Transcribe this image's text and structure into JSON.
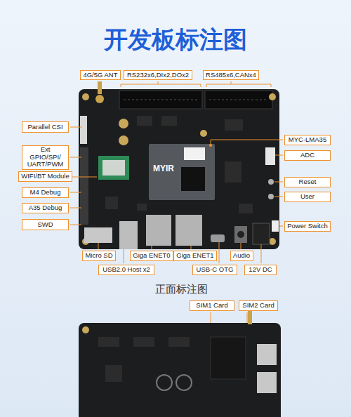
{
  "diagram": {
    "title": "开发板标注图",
    "nodes": [
      {
        "text": [
          "4G/5G ANT"
        ]
      },
      {
        "text": [
          "RS232x6,DIx2,DOx2"
        ]
      },
      {
        "text": [
          "RS485x6,CANx4"
        ]
      },
      {
        "text": [
          "Parallel CSI"
        ]
      },
      {
        "text": [
          "Ext GPIO/SPI/ UART/PWM"
        ]
      },
      {
        "text": [
          "WIFI/BT Module"
        ]
      },
      {
        "text": [
          "M4 Debug"
        ]
      },
      {
        "text": [
          "A35 Debug"
        ]
      },
      {
        "text": [
          "SWD"
        ]
      },
      {
        "text": [
          "MYC-LMA35"
        ]
      },
      {
        "text": [
          "ADC"
        ]
      },
      {
        "text": [
          "Reset"
        ]
      },
      {
        "text": [
          "User"
        ]
      },
      {
        "text": [
          "Power Switch"
        ]
      },
      {
        "text": [
          "Micro SD"
        ]
      },
      {
        "text": [
          "Giga ENET0"
        ]
      },
      {
        "text": [
          "Giga ENET1"
        ]
      },
      {
        "text": [
          "Audio"
        ]
      },
      {
        "text": [
          "12V DC"
        ]
      },
      {
        "text": [
          "USB2.0 Host x2"
        ]
      },
      {
        "text": [
          "USB-C OTG"
        ]
      },
      {
        "text": [
          "SIM1 Card"
        ]
      },
      {
        "text": [
          "SIM2 Card"
        ]
      }
    ],
    "labels": [
      "正面标注图",
      "MYIR"
    ]
  }
}
